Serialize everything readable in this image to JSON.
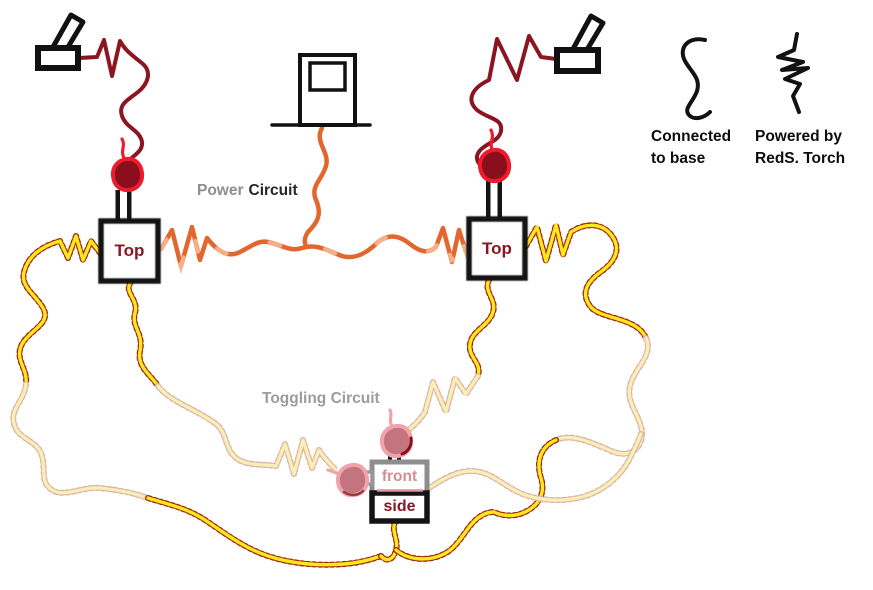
{
  "labels": {
    "power_circuit": {
      "word1": "Power",
      "word2": "Circuit"
    },
    "toggling_circuit": "Toggling Circuit"
  },
  "boxes": {
    "left_top": {
      "label": "Top"
    },
    "right_top": {
      "label": "Top"
    },
    "front": {
      "line1": "front",
      "line2": "side"
    }
  },
  "legend": {
    "items": [
      {
        "icon": "smooth-squiggle-icon",
        "line1": "Connected",
        "line2": "to base"
      },
      {
        "icon": "jagged-squiggle-icon",
        "line1": "Powered by",
        "line2": "RedS. Torch"
      }
    ]
  },
  "icons": {
    "lever": "lever-icon",
    "door": "door-icon",
    "redstone_torch": "redstone-torch-icon",
    "faded_torch": "faded-redstone-torch-icon"
  },
  "colors": {
    "dark_red_wire": "#8b1520",
    "orange_wire": "#e2662e",
    "yellow_wire": "#ffe71e",
    "faded_wire": "#f8eeb6",
    "wire_edge": "#9b2a0c",
    "faded_edge": "#dcb2a6",
    "torch_red": "#ee1b2d",
    "torch_dark": "#8b0e1c",
    "faded_pink": "#efa4ac",
    "faded_pink_dark": "#c4747e",
    "gray_border": "#8e8e8e",
    "label_dark_red": "#861726",
    "label_gray": "#9b9ba3",
    "label_gray_warm": "#8e8e8e",
    "front_label": "#d18e96"
  }
}
